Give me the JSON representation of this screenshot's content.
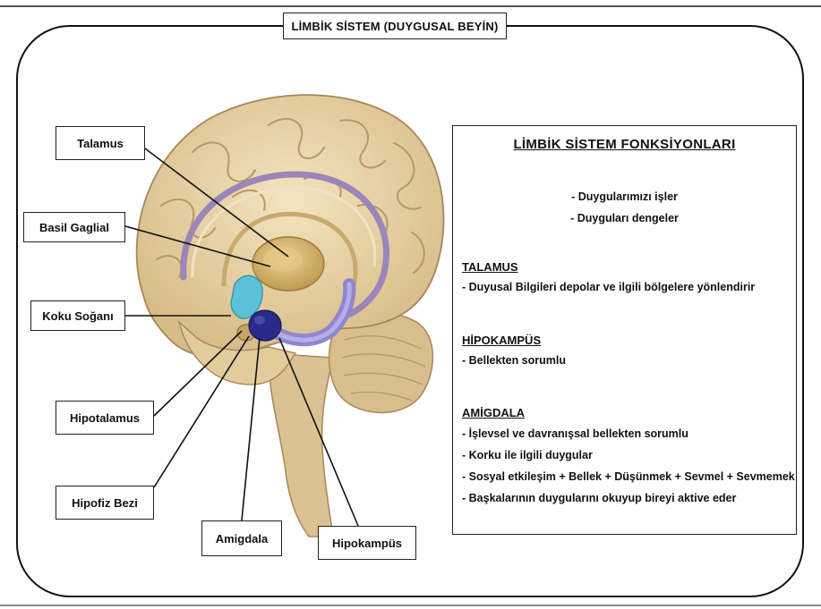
{
  "title": "LİMBİK SİSTEM (DUYGUSAL  BEYİN)",
  "labels": {
    "talamus": "Talamus",
    "basil_gaglial": "Basil Gaglial",
    "koku_sogani": "Koku Soğanı",
    "hipotalamus": "Hipotalamus",
    "hipofiz_bezi": "Hipofiz Bezi",
    "amigdala": "Amigdala",
    "hipokampus": "Hipokampüs"
  },
  "panel": {
    "title": "LİMBİK SİSTEM   FONKSİYONLARI",
    "intro": [
      "- Duygularımızı işler",
      "- Duyguları dengeler"
    ],
    "sections": [
      {
        "heading": "TALAMUS",
        "items": [
          "- Duyusal Bilgileri depolar ve ilgili bölgelere yönlendirir"
        ]
      },
      {
        "heading": "HİPOKAMPÜS",
        "items": [
          "- Bellekten sorumlu"
        ]
      },
      {
        "heading": "AMİGDALA",
        "items": [
          "- İşlevsel ve davranışsal bellekten sorumlu",
          "- Korku ile ilgili duygular",
          "- Sosyal etkileşim + Bellek + Düşünmek + Sevmel + Sevmemek",
          "- Başkalarının duygularını okuyup bireyi aktive eder"
        ]
      }
    ]
  },
  "colors": {
    "brain": "#e8d4a8",
    "brain_fold": "#b89868",
    "thalamus": "#d9b870",
    "olfactory": "#5bc0d8",
    "amygdala": "#2a2a8a",
    "hippocampus": "#8f86d0"
  }
}
